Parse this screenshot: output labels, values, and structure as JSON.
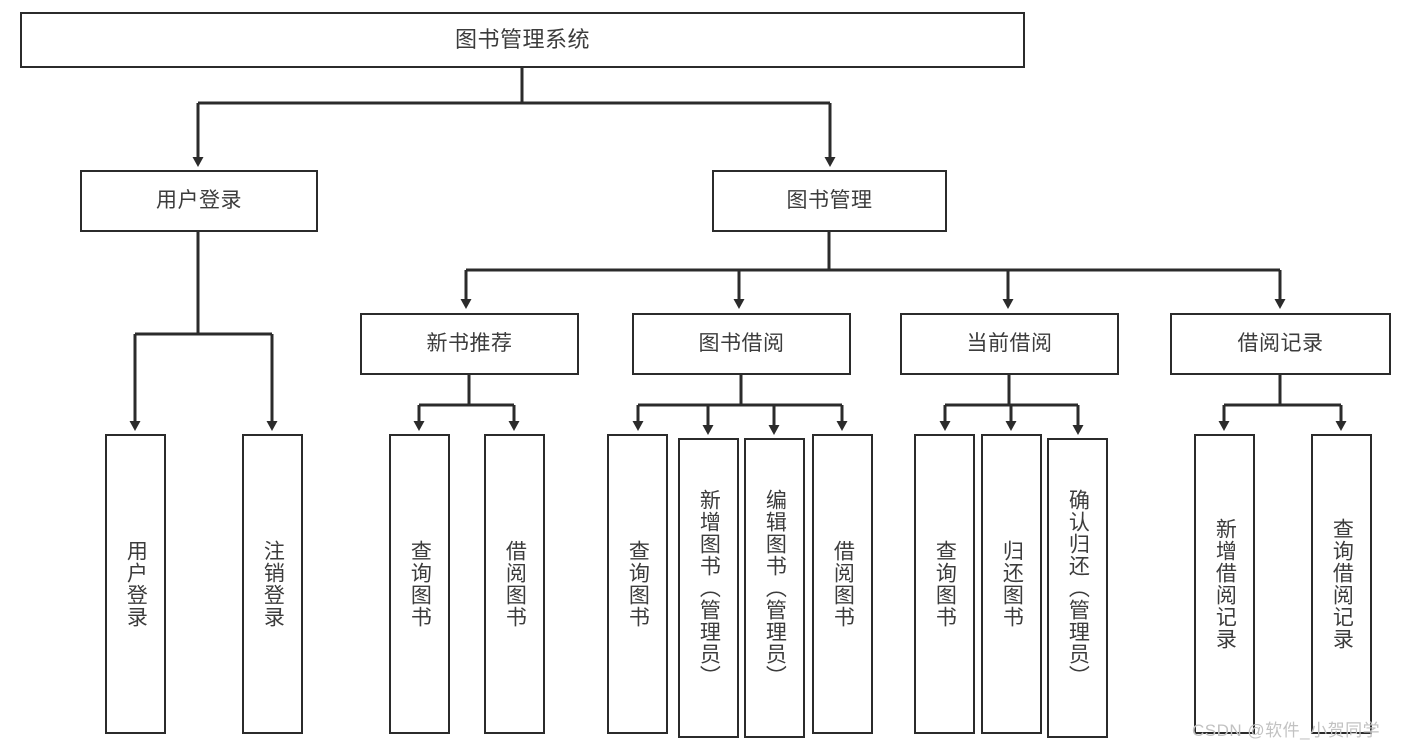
{
  "diagram": {
    "type": "tree-hierarchy-chart",
    "title": "图书管理系统",
    "watermark": "CSDN @软件_小贺同学",
    "colors": {
      "box_border": "#2b2b2b",
      "box_fill": "#ffffff",
      "connector": "#2b2b2b",
      "text": "#3c3c3c",
      "watermark": "#c2c2c2",
      "background": "#ffffff"
    },
    "nodes": {
      "root": {
        "label": "图书管理系统"
      },
      "level1": [
        {
          "id": "user-login",
          "label": "用户登录"
        },
        {
          "id": "book-management",
          "label": "图书管理"
        }
      ],
      "level2": [
        {
          "id": "new-book-recommend",
          "label": "新书推荐"
        },
        {
          "id": "book-borrow",
          "label": "图书借阅"
        },
        {
          "id": "current-borrow",
          "label": "当前借阅"
        },
        {
          "id": "borrow-record",
          "label": "借阅记录"
        }
      ],
      "leaves": {
        "user-login": [
          {
            "id": "leaf-user-login",
            "label": "用户登录"
          },
          {
            "id": "leaf-user-logout",
            "label": "注销登录"
          }
        ],
        "new-book-recommend": [
          {
            "id": "leaf-query-book-1",
            "label": "查询图书"
          },
          {
            "id": "leaf-borrow-book-1",
            "label": "借阅图书"
          }
        ],
        "book-borrow": [
          {
            "id": "leaf-query-book-2",
            "label": "查询图书"
          },
          {
            "id": "leaf-add-book",
            "label": "新增图书（管理员）"
          },
          {
            "id": "leaf-edit-book",
            "label": "编辑图书（管理员）"
          },
          {
            "id": "leaf-borrow-book-2",
            "label": "借阅图书"
          }
        ],
        "current-borrow": [
          {
            "id": "leaf-query-book-3",
            "label": "查询图书"
          },
          {
            "id": "leaf-return-book",
            "label": "归还图书"
          },
          {
            "id": "leaf-confirm-return",
            "label": "确认归还（管理员）"
          }
        ],
        "borrow-record": [
          {
            "id": "leaf-add-record",
            "label": "新增借阅记录"
          },
          {
            "id": "leaf-query-record",
            "label": "查询借阅记录"
          }
        ]
      }
    }
  }
}
